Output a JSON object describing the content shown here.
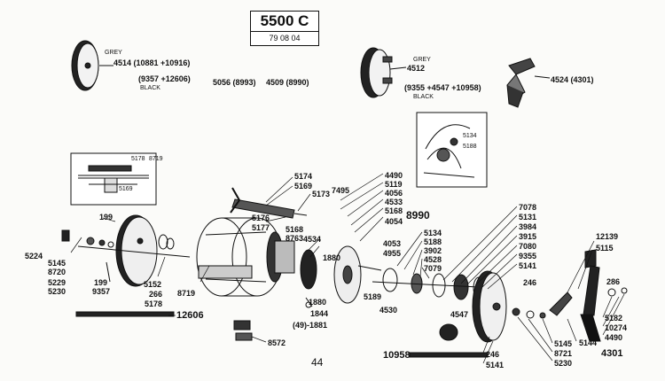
{
  "header": {
    "model": "5500 C",
    "date_code": "79  08  04"
  },
  "page_number": "44",
  "labels": {
    "grey_left": "GREY",
    "part_4514": "4514 (10881 +10916)",
    "part_9357_12606": "(9357 +12606)",
    "black_left": "BLACK",
    "part_5056": "5056 (8993)",
    "part_4509": "4509 (8990)",
    "grey_right": "GREY",
    "part_4512": "4512",
    "part_19355": "(9355 +4547 +10958)",
    "black_right": "BLACK",
    "part_4524": "4524 (4301)",
    "inset_left_5178": "5178",
    "inset_left_8719": "8719",
    "inset_left_5169": "5169",
    "inset_right_5134": "5134",
    "inset_right_5188": "5188",
    "p5174": "5174",
    "p5169": "5169",
    "p5173": "5173",
    "p7495": "7495",
    "p5176": "5176",
    "p5177": "5177",
    "p4490": "4490",
    "p5119": "5119",
    "p4056": "4056",
    "p4533": "4533",
    "p5168": "5168",
    "p8990": "8990",
    "p4054": "4054",
    "p5168b": "5168",
    "p8763": "8763",
    "p4534": "4534",
    "p199a": "199",
    "p5224": "5224",
    "p5145a": "5145",
    "p8720": "8720",
    "p5229": "5229",
    "p5230a": "5230",
    "p199b": "199",
    "p9357": "9357",
    "p5152": "5152",
    "p266": "266",
    "p5178": "5178",
    "p8719": "8719",
    "p12606": "12606",
    "p1880a": "1880",
    "p1880b": "1880",
    "p1844": "1844",
    "p1881": "(49)-1881",
    "p8572": "8572",
    "p4053": "4053",
    "p4955": "4955",
    "p5189": "5189",
    "p5134": "5134",
    "p5188": "5188",
    "p3902": "3902",
    "p4528": "4528",
    "p7079": "7079",
    "p4530": "4530",
    "p7078": "7078",
    "p5131": "5131",
    "p3984": "3984",
    "p3915": "3915",
    "p7080": "7080",
    "p9355": "9355",
    "p5141a": "5141",
    "p246a": "246",
    "p12139": "12139",
    "p5115": "5115",
    "p286": "286",
    "p4547": "4547",
    "p5182": "5182",
    "p10274": "10274",
    "p4490b": "4490",
    "p5145b": "5145",
    "p8721": "8721",
    "p5230b": "5230",
    "p5144": "5144",
    "p4301": "4301",
    "p10958": "10958",
    "p246b": "246",
    "p5141b": "5141"
  }
}
